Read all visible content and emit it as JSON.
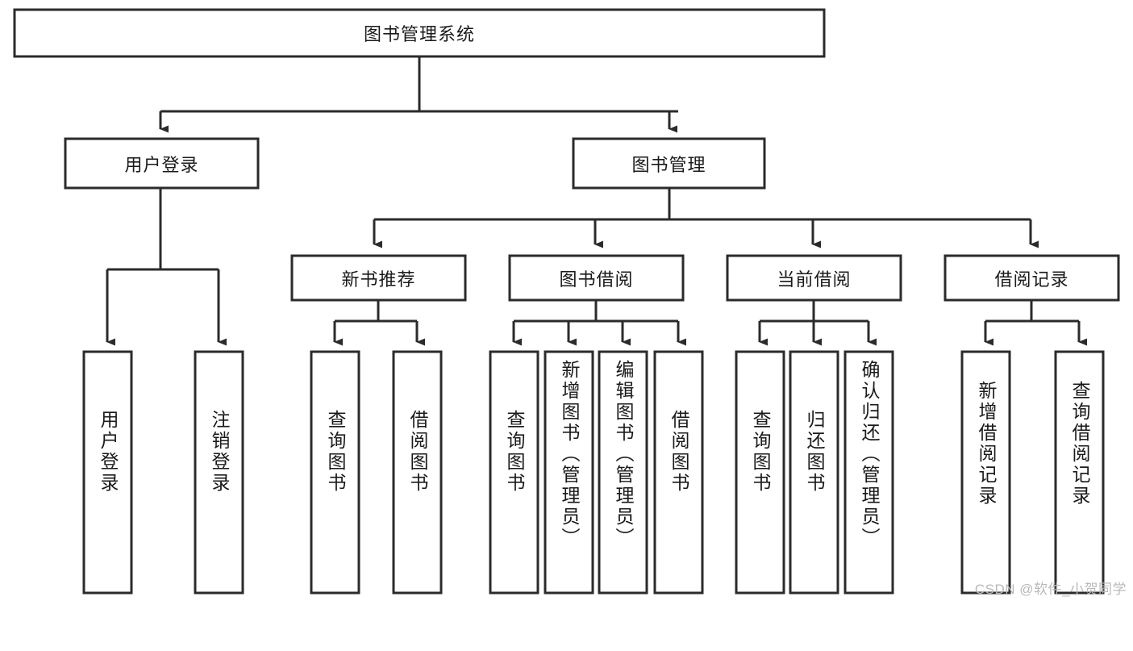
{
  "diagram": {
    "type": "tree",
    "title": "图书管理系统",
    "root": {
      "id": "root",
      "label": "图书管理系统",
      "orientation": "horizontal"
    },
    "level2": [
      {
        "id": "user-login",
        "label": "用户登录",
        "orientation": "horizontal"
      },
      {
        "id": "book-manage",
        "label": "图书管理",
        "orientation": "horizontal"
      }
    ],
    "level3": [
      {
        "id": "new-book-recommend",
        "label": "新书推荐",
        "orientation": "horizontal",
        "parent": "book-manage"
      },
      {
        "id": "book-borrow",
        "label": "图书借阅",
        "orientation": "horizontal",
        "parent": "book-manage"
      },
      {
        "id": "current-borrow",
        "label": "当前借阅",
        "orientation": "horizontal",
        "parent": "book-manage"
      },
      {
        "id": "borrow-record",
        "label": "借阅记录",
        "orientation": "horizontal",
        "parent": "book-manage"
      }
    ],
    "leaves": [
      {
        "id": "leaf-user-login",
        "label": "用户登录",
        "orientation": "vertical",
        "parent": "user-login"
      },
      {
        "id": "leaf-logout-login",
        "label": "注销登录",
        "orientation": "vertical",
        "parent": "user-login"
      },
      {
        "id": "leaf-query-book-1",
        "label": "查询图书",
        "orientation": "vertical",
        "parent": "new-book-recommend"
      },
      {
        "id": "leaf-borrow-book-1",
        "label": "借阅图书",
        "orientation": "vertical",
        "parent": "new-book-recommend"
      },
      {
        "id": "leaf-query-book-2",
        "label": "查询图书",
        "orientation": "vertical",
        "parent": "book-borrow"
      },
      {
        "id": "leaf-add-book",
        "label": "新增图书（管理员）",
        "orientation": "vertical",
        "parent": "book-borrow"
      },
      {
        "id": "leaf-edit-book",
        "label": "编辑图书（管理员）",
        "orientation": "vertical",
        "parent": "book-borrow"
      },
      {
        "id": "leaf-borrow-book-2",
        "label": "借阅图书",
        "orientation": "vertical",
        "parent": "book-borrow"
      },
      {
        "id": "leaf-query-book-3",
        "label": "查询图书",
        "orientation": "vertical",
        "parent": "current-borrow"
      },
      {
        "id": "leaf-return-book",
        "label": "归还图书",
        "orientation": "vertical",
        "parent": "current-borrow"
      },
      {
        "id": "leaf-confirm-return",
        "label": "确认归还（管理员）",
        "orientation": "vertical",
        "parent": "current-borrow"
      },
      {
        "id": "leaf-add-record",
        "label": "新增借阅记录",
        "orientation": "vertical",
        "parent": "borrow-record"
      },
      {
        "id": "leaf-query-record",
        "label": "查询借阅记录",
        "orientation": "vertical",
        "parent": "borrow-record"
      }
    ],
    "colors": {
      "background": "#ffffff",
      "box_fill": "#ffffff",
      "box_stroke": "#2b2b2b",
      "connector": "#2b2b2b",
      "text": "#1a1a1a",
      "watermark": "#b9b9b9"
    }
  },
  "watermark": {
    "text": "CSDN @软件_小贺同学"
  }
}
